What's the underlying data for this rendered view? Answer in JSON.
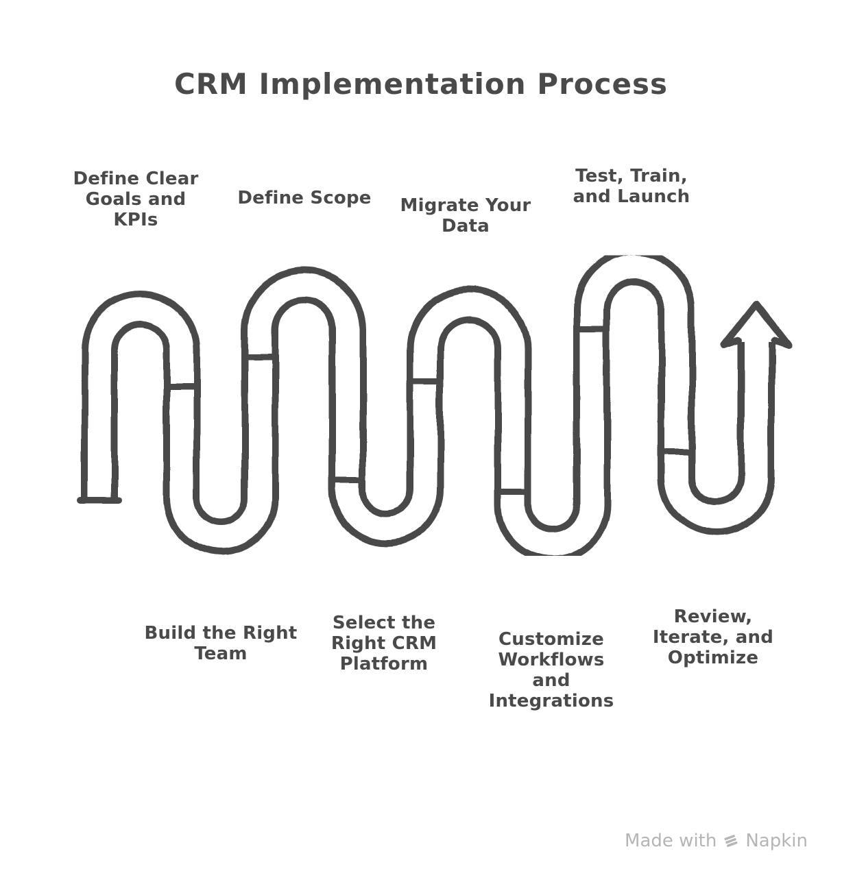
{
  "title": "CRM Implementation Process",
  "diagram_type": "serpentine-process-flow",
  "flow_direction": "left-to-right, ends in upward arrow",
  "steps": [
    {
      "order": 1,
      "label": "Define Clear\nGoals and\nKPIs",
      "position": "top"
    },
    {
      "order": 2,
      "label": "Build the Right\nTeam",
      "position": "bottom"
    },
    {
      "order": 3,
      "label": "Define Scope",
      "position": "top"
    },
    {
      "order": 4,
      "label": "Select the\nRight CRM\nPlatform",
      "position": "bottom"
    },
    {
      "order": 5,
      "label": "Migrate Your\nData",
      "position": "top"
    },
    {
      "order": 6,
      "label": "Customize\nWorkflows\nand\nIntegrations",
      "position": "bottom"
    },
    {
      "order": 7,
      "label": "Test, Train,\nand Launch",
      "position": "top"
    },
    {
      "order": 8,
      "label": "Review,\nIterate, and\nOptimize",
      "position": "bottom"
    }
  ],
  "watermark": {
    "prefix": "Made with",
    "brand": "Napkin"
  },
  "colors": {
    "background": "#ffffff",
    "path_stroke": "#4a4a4a",
    "path_fill": "#ffffff",
    "text": "#4a4a4a",
    "watermark": "#b5b5b5"
  }
}
